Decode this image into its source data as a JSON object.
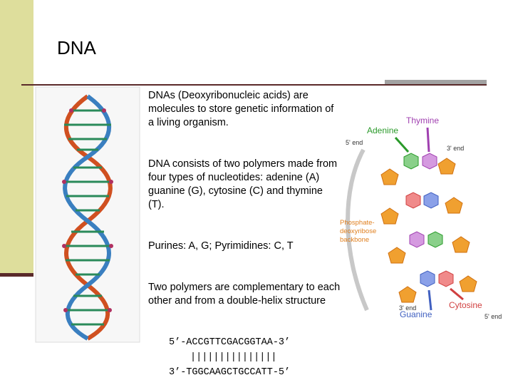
{
  "slide": {
    "title": "DNA",
    "paragraphs": [
      "DNAs (Deoxyribonucleic acids) are molecules to store genetic information of a living organism.",
      "DNA consists of two polymers made from four types of nucleotides: adenine (A) guanine (G), cytosine (C) and thymine (T).",
      "Purines: A, G; Pyrimidines: C, T",
      "Two polymers are complementary to each other and from a double-helix structure"
    ],
    "sequence": {
      "top": "5’-ACCGTTCGACGGTAA-3’",
      "bonds": "|||||||||||||||",
      "bottom": "3’-TGGCAAGCTGCCATT-5’"
    }
  },
  "figure": {
    "adenine": "Adenine",
    "thymine": "Thymine",
    "guanine": "Guanine",
    "cytosine": "Cytosine",
    "five_prime_top": "5' end",
    "three_prime_top": "3' end",
    "three_prime_bottom": "3' end",
    "five_prime_bottom": "5' end",
    "backbone_1": "Phosphate-",
    "backbone_2": "deoxyribose",
    "backbone_3": "backbone",
    "colors": {
      "adenine": "#2a9a2a",
      "thymine": "#a040b0",
      "guanine": "#4060c0",
      "cytosine": "#d04040",
      "backbone": "#e08020"
    }
  }
}
